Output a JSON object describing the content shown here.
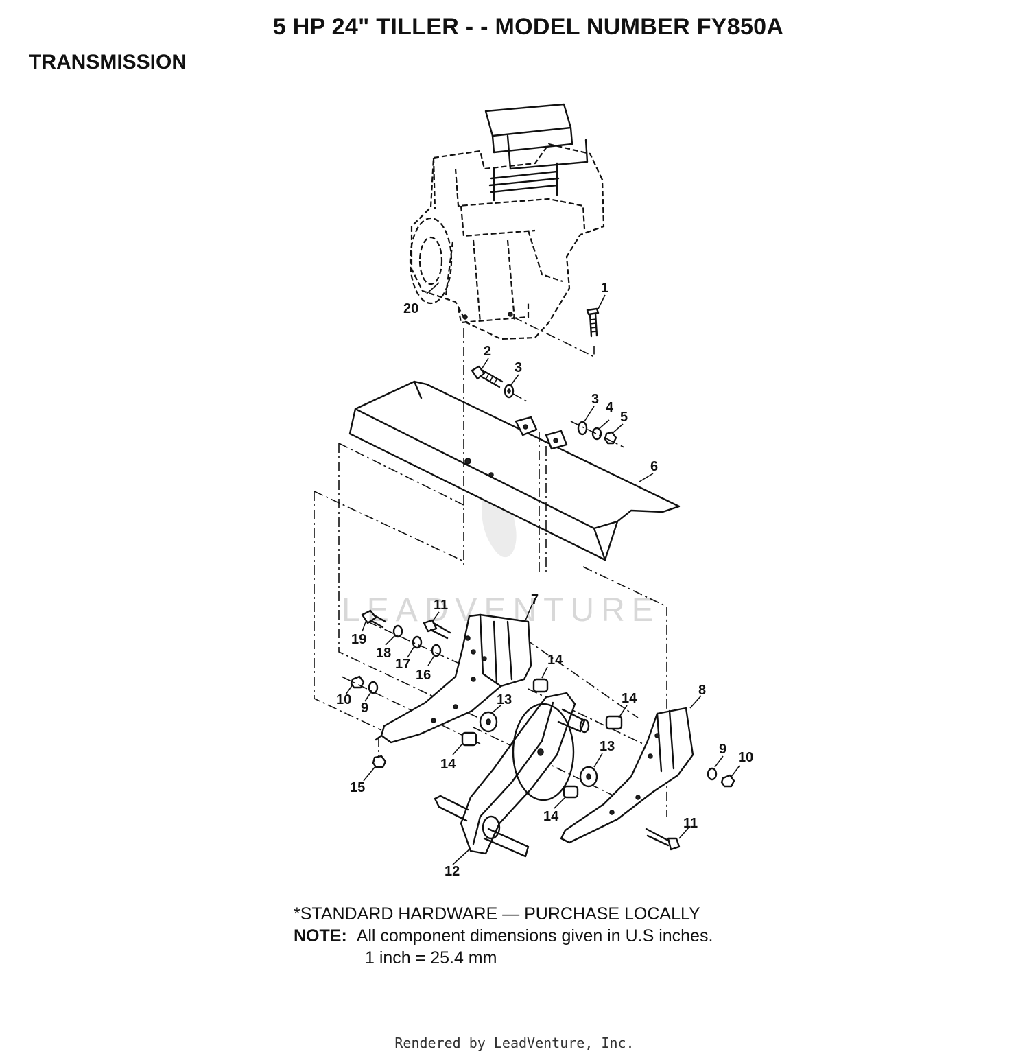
{
  "page": {
    "title": "5 HP  24\" TILLER - - MODEL NUMBER FY850A",
    "section": "TRANSMISSION"
  },
  "callouts": [
    "1",
    "2",
    "3",
    "3",
    "4",
    "5",
    "6",
    "7",
    "8",
    "9",
    "9",
    "10",
    "10",
    "11",
    "11",
    "12",
    "13",
    "13",
    "14",
    "14",
    "14",
    "14",
    "15",
    "16",
    "17",
    "18",
    "19",
    "20"
  ],
  "watermark": "LEADVENTURE",
  "notes": {
    "standard_hardware": "*STANDARD HARDWARE — PURCHASE LOCALLY",
    "note_label": "NOTE:",
    "note_text": "All component dimensions given in U.S  inches.",
    "conversion": "1 inch = 25.4 mm"
  },
  "footer": "Rendered by LeadVenture, Inc."
}
